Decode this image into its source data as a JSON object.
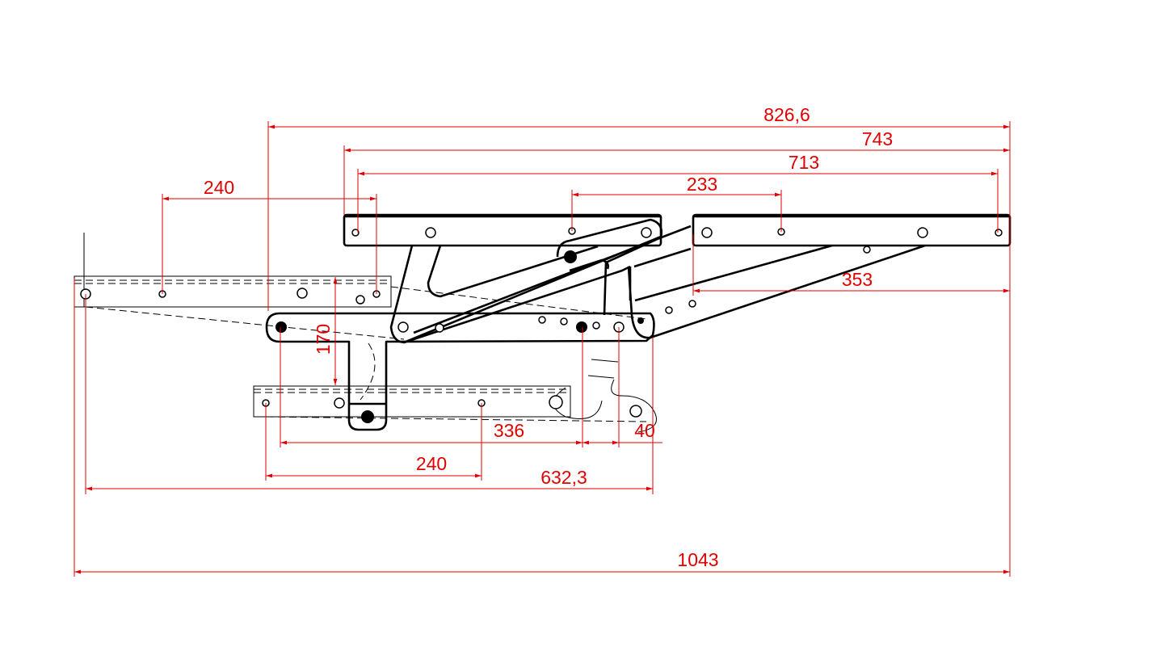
{
  "drawing": {
    "colors": {
      "dimension": "#e00000",
      "part": "#000000"
    },
    "dimensions": {
      "overall_top": "826,6",
      "second_top": "743",
      "third_top": "713",
      "left_top_240": "240",
      "middle_233": "233",
      "right_353": "353",
      "vertical_170": "170",
      "pivot_336": "336",
      "pivot_40": "40",
      "bottom_240": "240",
      "bottom_632": "632,3",
      "overall_bottom": "1043"
    }
  }
}
